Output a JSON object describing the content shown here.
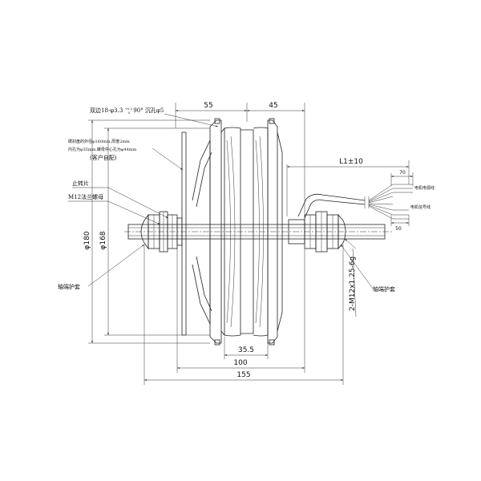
{
  "notes": {
    "holes": "双边18-φ3.3",
    "holes_tol": "+0.1",
    "holes_tol2": "0",
    "holes_angle": "90° 沉孔φ5",
    "brake_disc_line1": "碟刹盘的外径φ160mm,厚度2mm",
    "brake_disc_line2": "内孔为φ35mm,螺母中心孔为φ44mm",
    "brake_disc_line3": "(客户自配)",
    "stop_washer": "止转片",
    "flange_nut": "M12法兰螺母",
    "axle_cover_left": "轴端护套",
    "axle_cover_right": "轴端护套",
    "cable_power": "电机电源线",
    "cable_signal": "电机信号线",
    "thread_spec": "2-M12x1.25-6g"
  },
  "dimensions": {
    "d55": "55",
    "d45": "45",
    "l1": "L1±10",
    "d70": "70",
    "d50": "50",
    "d180": "φ180",
    "d168": "φ168",
    "d35_5": "35.5",
    "d100": "100",
    "d155": "155"
  }
}
